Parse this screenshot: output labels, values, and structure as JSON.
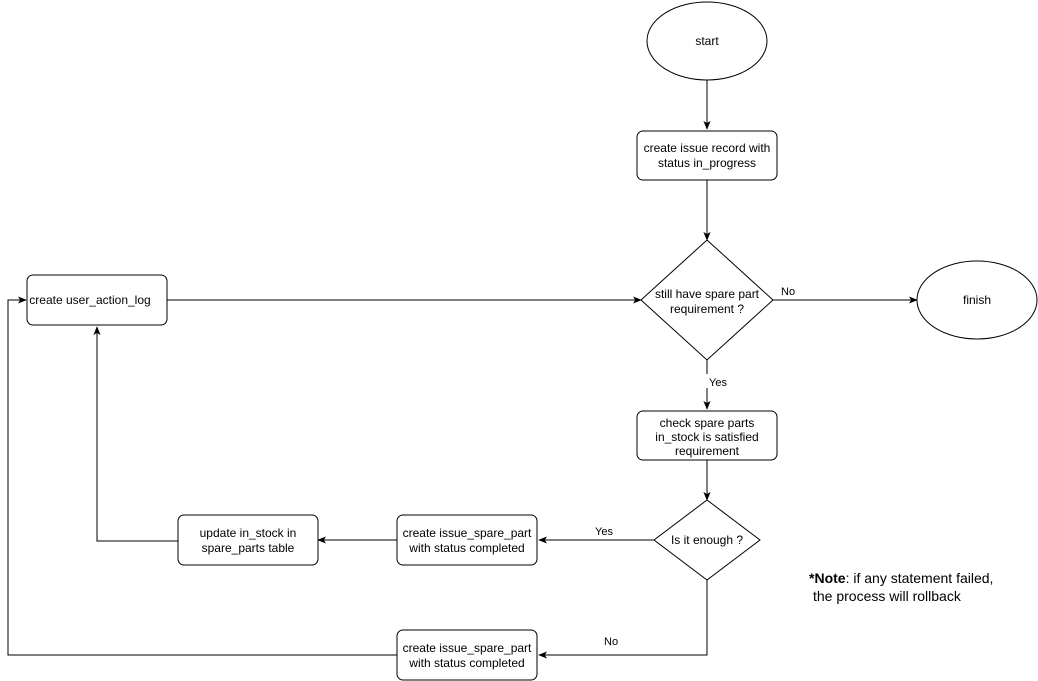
{
  "nodes": {
    "start": {
      "label": "start"
    },
    "create_issue": {
      "line1": "create issue record with",
      "line2": "status in_progress"
    },
    "decision_requirement": {
      "line1": "still have spare part",
      "line2": "requirement ?"
    },
    "finish": {
      "label": "finish"
    },
    "user_action_log": {
      "label": "create user_action_log"
    },
    "check_stock": {
      "line1": "check spare parts",
      "line2": "in_stock is satisfied",
      "line3": "requirement"
    },
    "decision_enough": {
      "label": "Is it enough ?"
    },
    "issue_spare_part_completed_yes": {
      "line1": "create issue_spare_part",
      "line2": "with status completed"
    },
    "update_in_stock": {
      "line1": "update in_stock in",
      "line2": "spare_parts table"
    },
    "issue_spare_part_completed_no": {
      "line1": "create issue_spare_part",
      "line2": "with status completed"
    }
  },
  "edges": {
    "no_finish": "No",
    "yes_check": "Yes",
    "yes_enough": "Yes",
    "no_enough": "No"
  },
  "note": {
    "prefix": "*",
    "bold": "Note",
    "line1_rest": ": if any statement failed,",
    "line2": "the process will rollback"
  }
}
